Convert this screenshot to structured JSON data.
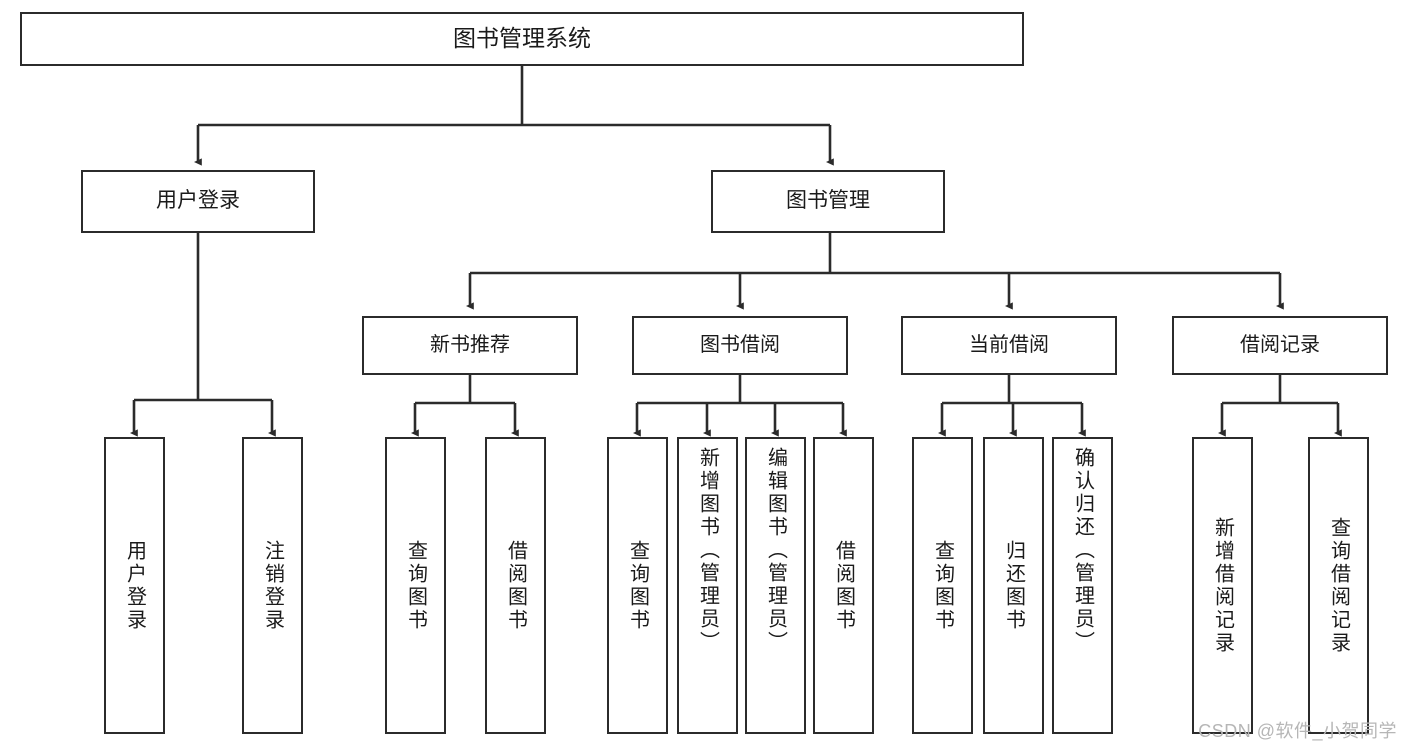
{
  "diagram": {
    "title": "图书管理系统",
    "type": "tree",
    "root": {
      "label": "图书管理系统"
    },
    "level2": [
      {
        "id": "user-login",
        "label": "用户登录"
      },
      {
        "id": "book-manage",
        "label": "图书管理"
      }
    ],
    "level3": [
      {
        "id": "new-book-recommend",
        "label": "新书推荐",
        "parent": "book-manage"
      },
      {
        "id": "book-borrow",
        "label": "图书借阅",
        "parent": "book-manage"
      },
      {
        "id": "current-borrow",
        "label": "当前借阅",
        "parent": "book-manage"
      },
      {
        "id": "borrow-record",
        "label": "借阅记录",
        "parent": "book-manage"
      }
    ],
    "leaves": {
      "user_login": [
        {
          "id": "leaf-user-login",
          "label": "用户登录"
        },
        {
          "id": "leaf-logout-login",
          "label": "注销登录"
        }
      ],
      "new_book_recommend": [
        {
          "id": "leaf-query-book-1",
          "label": "查询图书"
        },
        {
          "id": "leaf-borrow-book-1",
          "label": "借阅图书"
        }
      ],
      "book_borrow": [
        {
          "id": "leaf-query-book-2",
          "label": "查询图书"
        },
        {
          "id": "leaf-add-book",
          "label": "新增图书（管理员）"
        },
        {
          "id": "leaf-edit-book",
          "label": "编辑图书（管理员）"
        },
        {
          "id": "leaf-borrow-book-2",
          "label": "借阅图书"
        }
      ],
      "current_borrow": [
        {
          "id": "leaf-query-book-3",
          "label": "查询图书"
        },
        {
          "id": "leaf-return-book",
          "label": "归还图书"
        },
        {
          "id": "leaf-confirm-return",
          "label": "确认归还（管理员）"
        }
      ],
      "borrow_record": [
        {
          "id": "leaf-add-record",
          "label": "新增借阅记录"
        },
        {
          "id": "leaf-query-record",
          "label": "查询借阅记录"
        }
      ]
    }
  },
  "watermark": {
    "text": "CSDN @软件_小贺同学"
  },
  "colors": {
    "border": "#2b2b2b",
    "background": "#ffffff",
    "text": "#1a1a1a",
    "watermark": "#b6b6b6"
  }
}
